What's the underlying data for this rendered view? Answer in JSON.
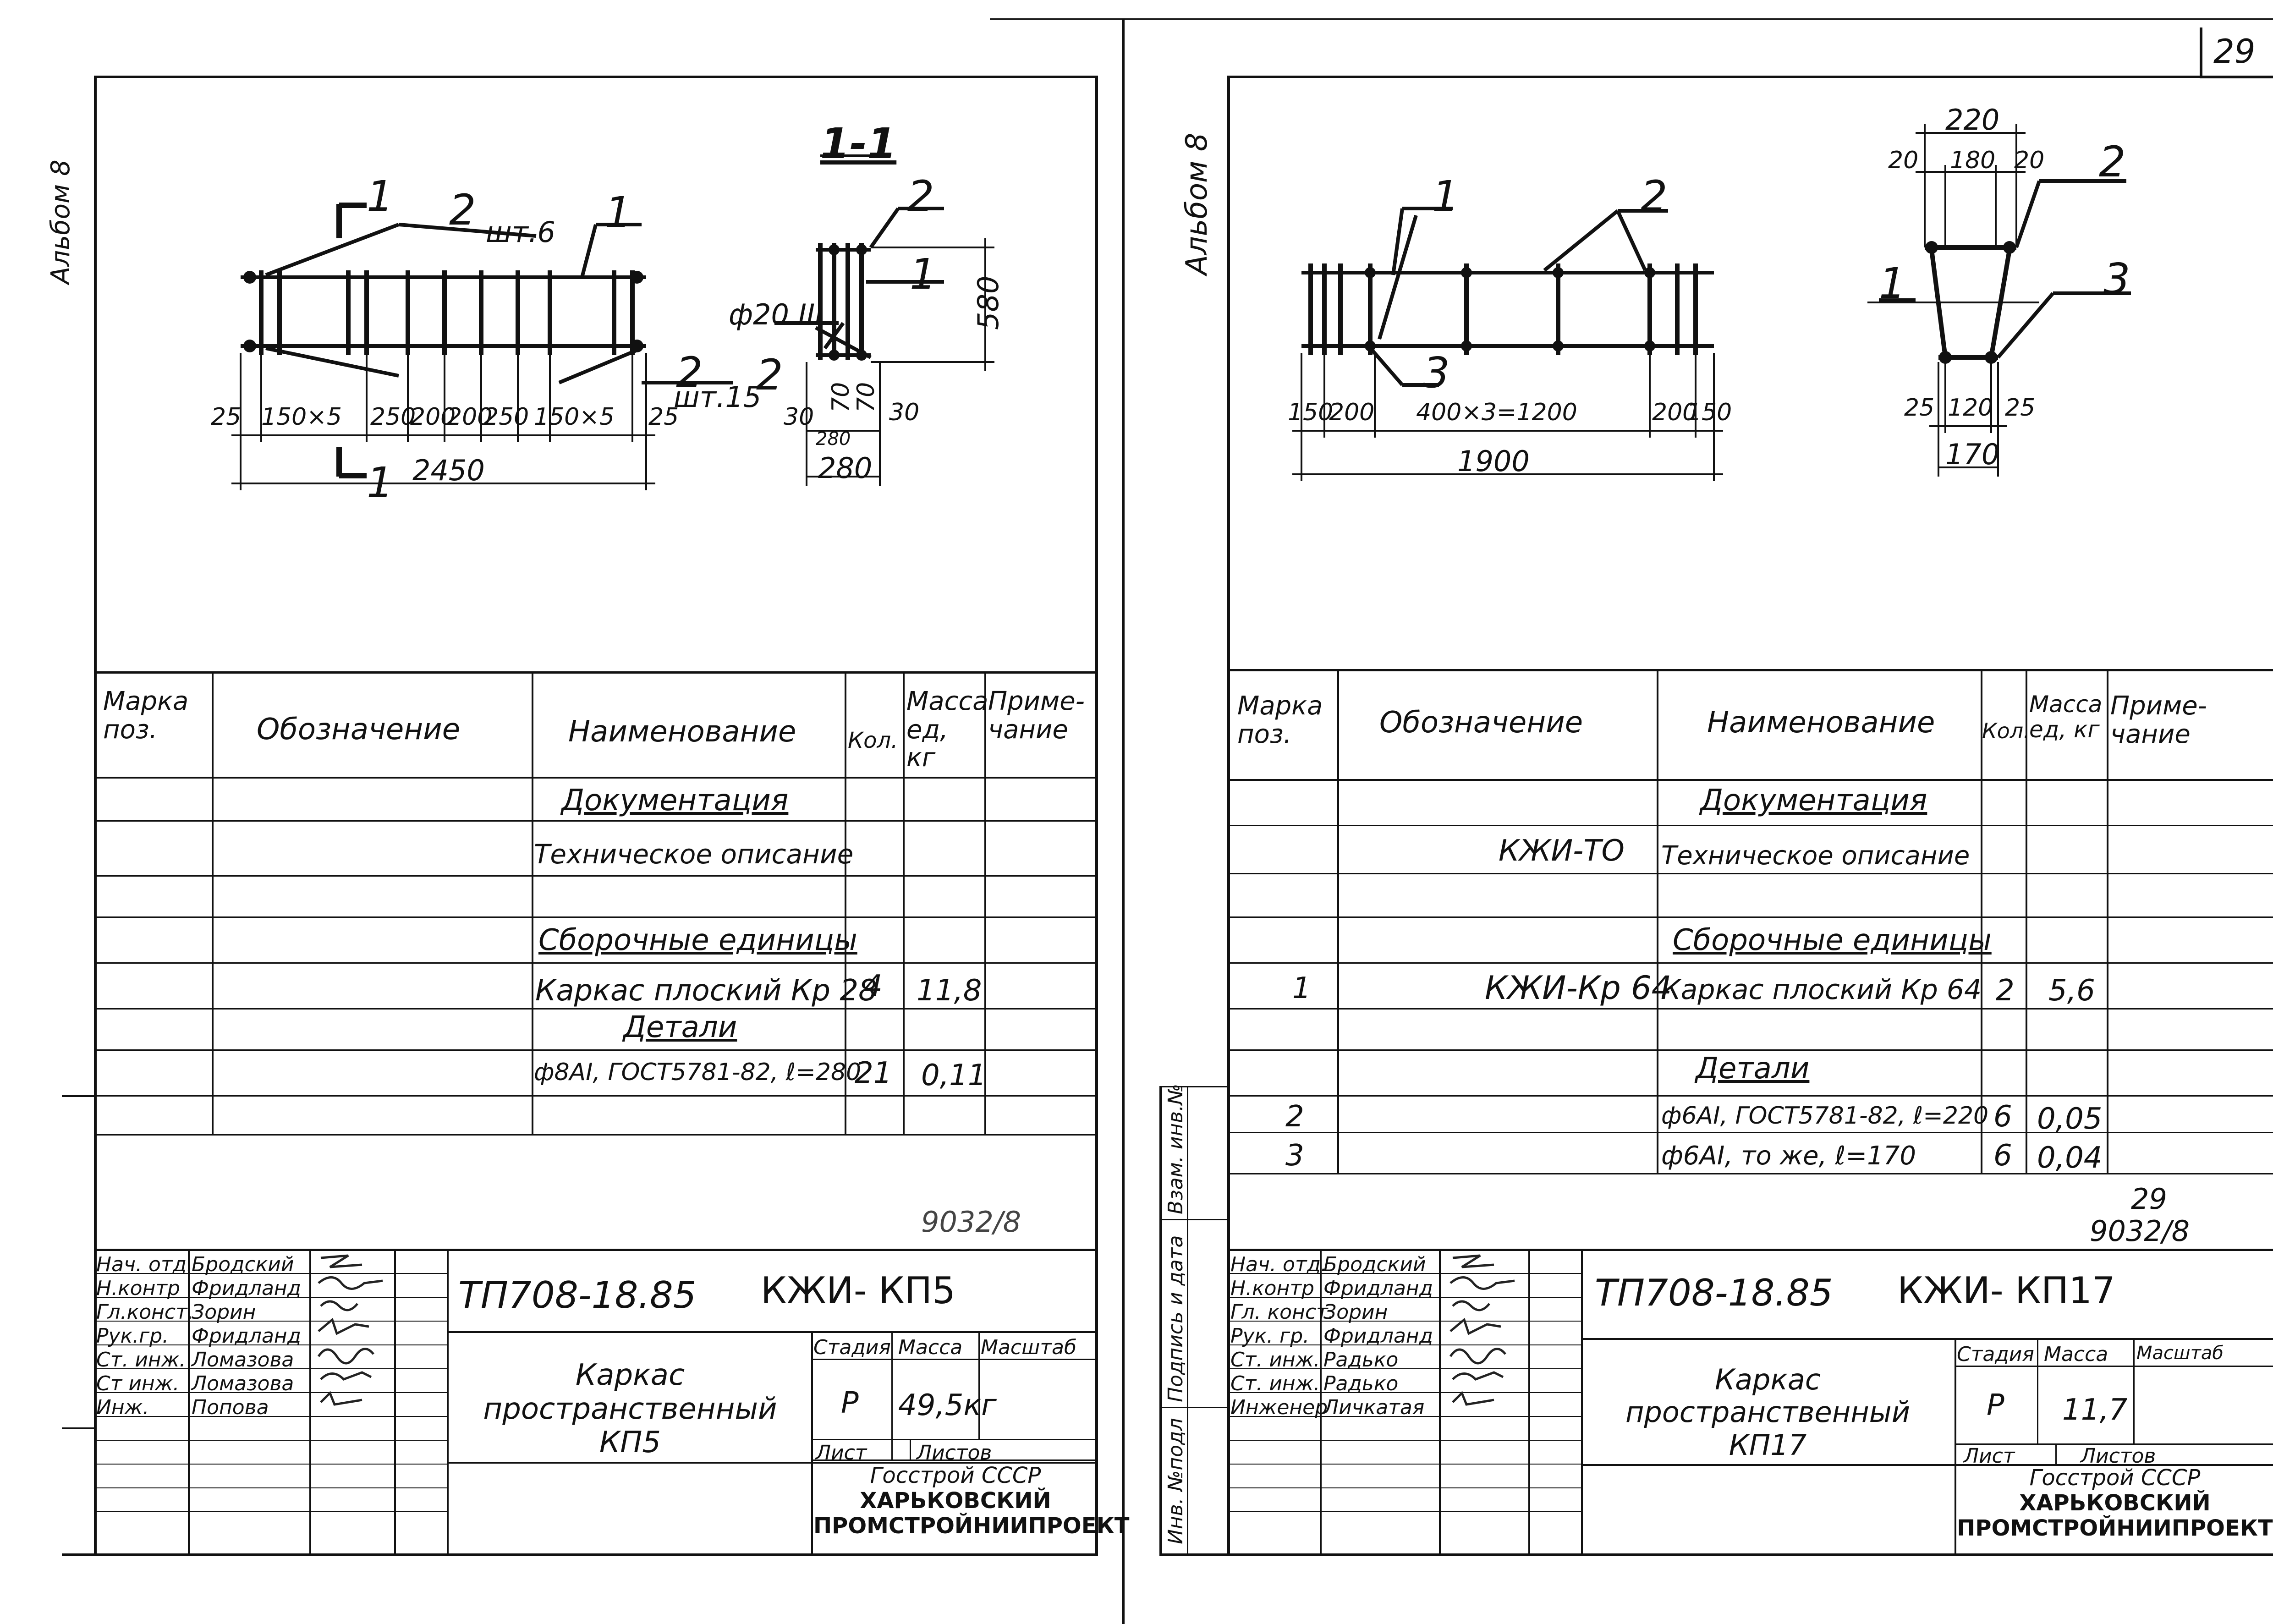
{
  "left": {
    "side_label": "Альбом 8",
    "drawing": {
      "section_mark": "1",
      "section_title": "1-1",
      "pos1": "1",
      "pos2": "2",
      "pos2b": "2",
      "qty6": "шт.6",
      "qty15": "шт.15",
      "dims": [
        "25",
        "150×5",
        "250",
        "200",
        "200",
        "250",
        "150×5",
        "25"
      ],
      "total": "2450",
      "rebar": "ф20 III",
      "sec_h": "580",
      "sec_dims": [
        "30",
        "70",
        "70",
        "30"
      ],
      "sec_inner": "280",
      "sec_total": "280"
    },
    "table": {
      "headers": [
        "Марка поз.",
        "Обозначение",
        "Наименование",
        "Кол.",
        "Масса ед, кг",
        "Приме-чание"
      ],
      "rows": [
        [
          "",
          "",
          "Документация",
          "",
          "",
          ""
        ],
        [
          "",
          "",
          "Техническое описание",
          "",
          "",
          ""
        ],
        [
          "",
          "",
          "",
          "",
          "",
          ""
        ],
        [
          "",
          "",
          "Сборочные единицы",
          "",
          "",
          ""
        ],
        [
          "",
          "",
          "Каркас плоский Кр 28",
          "4",
          "11,8",
          ""
        ],
        [
          "",
          "",
          "Детали",
          "",
          "",
          ""
        ],
        [
          "",
          "",
          "ф8АI, ГОСТ5781-82, ℓ=280",
          "21",
          "0,11",
          ""
        ],
        [
          "",
          "",
          "",
          "",
          "",
          ""
        ]
      ]
    },
    "sheet_no": "9032/8",
    "stamp": {
      "roles": [
        "Нач. отд.",
        "Н.контр",
        "Гл.конст.",
        "Рук.гр.",
        "Ст. инж.",
        "Ст инж.",
        "Инж."
      ],
      "names": [
        "Бродский",
        "Фридланд",
        "Зорин",
        "Фридланд",
        "Ломазова",
        "Ломазова",
        "Попова"
      ],
      "code": "ТП708-18.85",
      "mark": "КЖИ- КП5",
      "title": "Каркас пространственный КП5",
      "h_stage": "Стадия",
      "h_mass": "Масса",
      "h_scale": "Масштаб",
      "stage": "Р",
      "mass": "49,5кг",
      "sheet": "Лист",
      "sheets": "Листов",
      "org": [
        "Госстрой СССР",
        "ХАРЬКОВСКИЙ",
        "ПРОМСТРОЙНИИПРОЕКТ"
      ]
    }
  },
  "right": {
    "side_label": "Альбом 8",
    "corner": "29",
    "drawing": {
      "pos1": "1",
      "pos2": "2",
      "pos3": "3",
      "dims": [
        "150",
        "200",
        "400×3=1200",
        "200",
        "150"
      ],
      "total": "1900",
      "top": "220",
      "top_dims": [
        "20",
        "180",
        "20"
      ],
      "bot_dims": [
        "25",
        "120",
        "25"
      ],
      "bot": "170"
    },
    "table": {
      "headers": [
        "Марка поз.",
        "Обозначение",
        "Наименование",
        "Кол.",
        "Масса ед, кг",
        "Приме-чание"
      ],
      "rows": [
        [
          "",
          "",
          "Документация",
          "",
          "",
          ""
        ],
        [
          "",
          "КЖИ-ТО",
          "Техническое описание",
          "",
          "",
          ""
        ],
        [
          "",
          "",
          "",
          "",
          "",
          ""
        ],
        [
          "",
          "",
          "Сборочные единицы",
          "",
          "",
          ""
        ],
        [
          "1",
          "КЖИ-Кр 64",
          "Каркас плоский Кр 64",
          "2",
          "5,6",
          ""
        ],
        [
          "",
          "",
          "",
          "",
          "",
          ""
        ],
        [
          "",
          "",
          "Детали",
          "",
          "",
          ""
        ],
        [
          "2",
          "",
          "ф6АI, ГОСТ5781-82, ℓ=220",
          "6",
          "0,05",
          ""
        ],
        [
          "3",
          "",
          "ф6АI, то же, ℓ=170",
          "6",
          "0,04",
          ""
        ]
      ]
    },
    "sheet_page": "29",
    "sheet_no": "9032/8",
    "side_stamp": [
      "Инв. №подл",
      "Подпись и дата",
      "Взам. инв.№"
    ],
    "stamp": {
      "roles": [
        "Нач. отд.",
        "Н.контр",
        "Гл. конст.",
        "Рук. гр.",
        "Ст. инж.",
        "Ст. инж.",
        "Инженер"
      ],
      "names": [
        "Бродский",
        "Фридланд",
        "Зорин",
        "Фридланд",
        "Радько",
        "Радько",
        "Личкатая"
      ],
      "code": "ТП708-18.85",
      "mark": "КЖИ- КП17",
      "title": "Каркас пространственный КП17",
      "h_stage": "Стадия",
      "h_mass": "Масса",
      "h_scale": "Масштаб",
      "stage": "Р",
      "mass": "11,7",
      "sheet": "Лист",
      "sheets": "Листов",
      "org": [
        "Госстрой СССР",
        "ХАРЬКОВСКИЙ",
        "ПРОМСТРОЙНИИПРОЕКТ"
      ]
    }
  }
}
